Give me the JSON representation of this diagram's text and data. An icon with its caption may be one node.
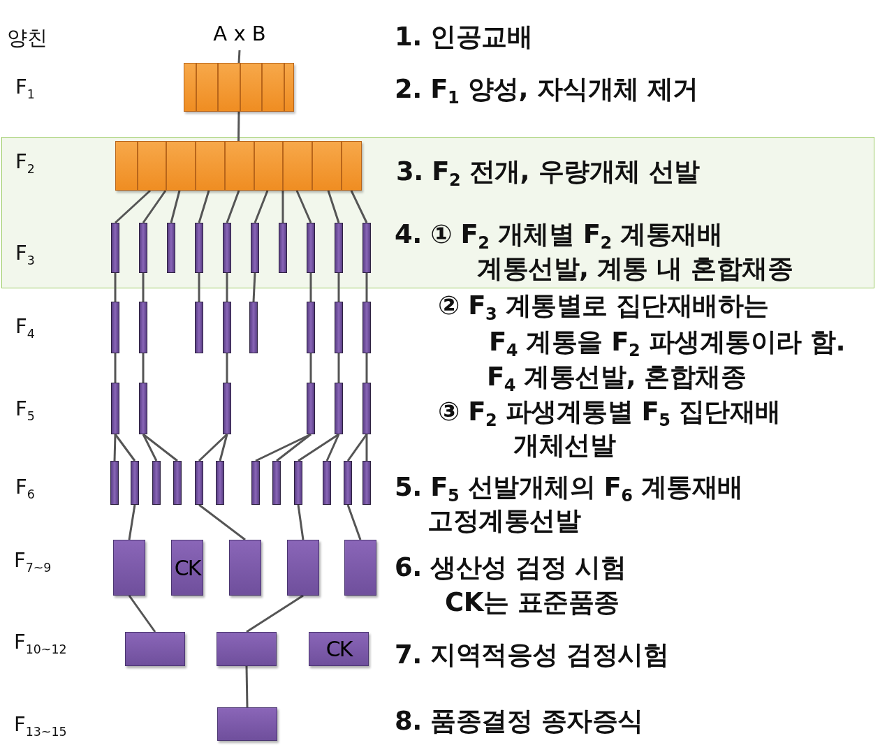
{
  "diagram": {
    "nodes": [
      {
        "text": [
          "A x B"
        ]
      },
      {
        "text": [],
        "shape": "box"
      },
      {
        "text": [],
        "shape": "box"
      },
      {
        "text": [],
        "shape": "bar"
      },
      {
        "text": [],
        "shape": "bar"
      },
      {
        "text": [],
        "shape": "bar"
      },
      {
        "text": [],
        "shape": "bar"
      },
      {
        "text": [],
        "shape": "bar"
      },
      {
        "text": [],
        "shape": "bar"
      },
      {
        "text": [],
        "shape": "bar"
      },
      {
        "text": [],
        "shape": "bar"
      },
      {
        "text": [],
        "shape": "bar"
      },
      {
        "text": [],
        "shape": "bar"
      },
      {
        "text": [],
        "shape": "bar"
      },
      {
        "text": [],
        "shape": "bar"
      },
      {
        "text": [],
        "shape": "bar"
      },
      {
        "text": [],
        "shape": "bar"
      },
      {
        "text": [],
        "shape": "bar"
      },
      {
        "text": [],
        "shape": "bar"
      },
      {
        "text": [],
        "shape": "bar"
      },
      {
        "text": [],
        "shape": "bar"
      },
      {
        "text": [],
        "shape": "bar"
      },
      {
        "text": [],
        "shape": "bar"
      },
      {
        "text": [],
        "shape": "bar"
      },
      {
        "text": [],
        "shape": "bar"
      },
      {
        "text": [],
        "shape": "bar"
      },
      {
        "text": [],
        "shape": "bar"
      },
      {
        "text": [],
        "shape": "bar"
      },
      {
        "text": [],
        "shape": "bar"
      },
      {
        "text": [],
        "shape": "bar"
      },
      {
        "text": [],
        "shape": "bar"
      },
      {
        "text": [],
        "shape": "bar"
      },
      {
        "text": [],
        "shape": "bar"
      },
      {
        "text": [],
        "shape": "bar"
      },
      {
        "text": [],
        "shape": "bar"
      },
      {
        "text": [],
        "shape": "bar"
      },
      {
        "text": [],
        "shape": "bar"
      },
      {
        "text": [],
        "shape": "bar"
      },
      {
        "text": [],
        "shape": "bar"
      },
      {
        "text": [],
        "shape": "box"
      },
      {
        "text": [
          "CK"
        ]
      },
      {
        "text": [],
        "shape": "box"
      },
      {
        "text": [],
        "shape": "box"
      },
      {
        "text": [],
        "shape": "box"
      },
      {
        "text": [],
        "shape": "box"
      },
      {
        "text": [],
        "shape": "box"
      },
      {
        "text": [
          "CK"
        ]
      },
      {
        "text": [],
        "shape": "box"
      }
    ],
    "edges": [
      {
        "from": 0,
        "to": 1,
        "arrow": "none"
      },
      {
        "from": 1,
        "to": 2,
        "arrow": "none"
      },
      {
        "from": 2,
        "to": 3,
        "arrow": "none"
      },
      {
        "from": 2,
        "to": 4,
        "arrow": "none"
      },
      {
        "from": 2,
        "to": 5,
        "arrow": "none"
      },
      {
        "from": 2,
        "to": 6,
        "arrow": "none"
      },
      {
        "from": 2,
        "to": 7,
        "arrow": "none"
      },
      {
        "from": 2,
        "to": 8,
        "arrow": "none"
      },
      {
        "from": 2,
        "to": 9,
        "arrow": "none"
      },
      {
        "from": 2,
        "to": 10,
        "arrow": "none"
      },
      {
        "from": 2,
        "to": 11,
        "arrow": "none"
      },
      {
        "from": 2,
        "to": 12,
        "arrow": "none"
      },
      {
        "from": 3,
        "to": 13,
        "arrow": "none"
      },
      {
        "from": 4,
        "to": 14,
        "arrow": "none"
      },
      {
        "from": 6,
        "to": 15,
        "arrow": "none"
      },
      {
        "from": 7,
        "to": 16,
        "arrow": "none"
      },
      {
        "from": 8,
        "to": 17,
        "arrow": "none"
      },
      {
        "from": 10,
        "to": 18,
        "arrow": "none"
      },
      {
        "from": 11,
        "to": 19,
        "arrow": "none"
      },
      {
        "from": 12,
        "to": 20,
        "arrow": "none"
      },
      {
        "from": 13,
        "to": 21,
        "arrow": "none"
      },
      {
        "from": 14,
        "to": 22,
        "arrow": "none"
      },
      {
        "from": 16,
        "to": 23,
        "arrow": "none"
      },
      {
        "from": 18,
        "to": 24,
        "arrow": "none"
      },
      {
        "from": 19,
        "to": 25,
        "arrow": "none"
      },
      {
        "from": 20,
        "to": 26,
        "arrow": "none"
      },
      {
        "from": 21,
        "to": 27,
        "arrow": "none"
      },
      {
        "from": 21,
        "to": 28,
        "arrow": "none"
      },
      {
        "from": 22,
        "to": 29,
        "arrow": "none"
      },
      {
        "from": 22,
        "to": 30,
        "arrow": "none"
      },
      {
        "from": 23,
        "to": 31,
        "arrow": "none"
      },
      {
        "from": 23,
        "to": 32,
        "arrow": "none"
      },
      {
        "from": 24,
        "to": 33,
        "arrow": "none"
      },
      {
        "from": 24,
        "to": 34,
        "arrow": "none"
      },
      {
        "from": 25,
        "to": 35,
        "arrow": "none"
      },
      {
        "from": 25,
        "to": 36,
        "arrow": "none"
      },
      {
        "from": 26,
        "to": 37,
        "arrow": "none"
      },
      {
        "from": 26,
        "to": 38,
        "arrow": "none"
      },
      {
        "from": 28,
        "to": 39,
        "arrow": "none"
      },
      {
        "from": 31,
        "to": 41,
        "arrow": "none"
      },
      {
        "from": 35,
        "to": 42,
        "arrow": "none"
      },
      {
        "from": 37,
        "to": 43,
        "arrow": "none"
      },
      {
        "from": 39,
        "to": 44,
        "arrow": "none"
      },
      {
        "from": 42,
        "to": 45,
        "arrow": "none"
      },
      {
        "from": 45,
        "to": 47,
        "arrow": "none"
      }
    ],
    "labels": [
      "양친",
      "1. 인공교배",
      "F$_{1}$",
      "2. F$_{1}$ 양성, 자식개체 제거",
      "F$_{2}$",
      "3. F$_{2}$ 전개, 우량개체 선발",
      "4. ① F$_{2}$ 개체별 F$_{2}$ 계통재배",
      "F$_{3}$",
      "계통선발, 계통 내 혼합채종",
      "② F$_{3}$ 계통별로 집단재배하는",
      "F$_{4}$",
      "F$_{4}$ 계통을 F$_{2}$ 파생계통이라 함.",
      "F$_{4}$ 계통선발, 혼합채종",
      "F$_{5}$",
      "③ F$_{2}$ 파생계통별 F$_{5}$ 집단재배",
      "개체선발",
      "F$_{6}$",
      "5. F$_{5}$ 선발개체의 F$_{6}$ 계통재배",
      "고정계통선발",
      "F$_{7~9}$",
      "6. 생산성 검정 시험",
      "CK는 표준품종",
      "F$_{10~12}$",
      "7. 지역적응성 검정시험",
      "F$_{13~15}$",
      "8. 품종결정 종자증식"
    ]
  }
}
